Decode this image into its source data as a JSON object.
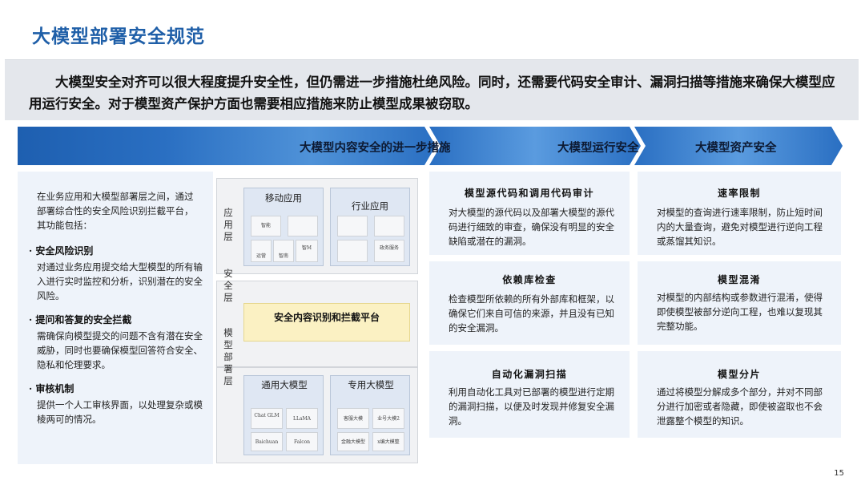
{
  "title": "大模型部署安全规范",
  "intro": "大模型安全对齐可以很大程度提升安全性，但仍需进一步措施杜绝风险。同时，还需要代码安全审计、漏洞扫描等措施来确保大模型应用运行安全。对于模型资产保护方面也需要相应措施来防止模型成果被窃取。",
  "banner": {
    "col1": "大模型内容安全的进一步措施",
    "col2": "大模型运行安全",
    "col3": "大模型资产安全"
  },
  "left": {
    "intro": "在业务应用和大模型部署层之间，通过部署综合性的安全风险识别拦截平台，其功能包括：",
    "items": [
      {
        "head": "· 安全风险识别",
        "body": "对通过业务应用提交给大型模型的所有输入进行实时监控和分析，识别潜在的安全风险。"
      },
      {
        "head": "· 提问和答复的安全拦截",
        "body": "需确保向模型提交的问题不含有潜在安全威胁，同时也要确保模型回答符合安全、隐私和伦理要求。"
      },
      {
        "head": "· 审核机制",
        "body": "提供一个人工审核界面，以处理复杂或模棱两可的情况。"
      }
    ]
  },
  "arch": {
    "layer_app": "应用层",
    "layer_safety": "安全层",
    "layer_model": "模型部署层",
    "mobile_title": "移动应用",
    "mobile_items": [
      "智能",
      "",
      "",
      "运营",
      "智南",
      "智M",
      ""
    ],
    "industry_title": "行业应用",
    "industry_items": [
      "",
      "",
      "",
      "政务服务"
    ],
    "safety_platform": "安全内容识别和拦截平台",
    "general_title": "通用大模型",
    "general_items": [
      "Chat GLM",
      "LLaMA",
      "Baichuan",
      "Falcon"
    ],
    "special_title": "专用大模型",
    "special_items": [
      "客服大模",
      "业号大模2",
      "金融大模型",
      "x编大模整"
    ]
  },
  "run_safety": [
    {
      "title": "模型源代码和调用代码审计",
      "body": "对大模型的源代码以及部署大模型的源代码进行细致的审查，确保没有明显的安全缺陷或潜在的漏洞。"
    },
    {
      "title": "依赖库检查",
      "body": "检查模型所依赖的所有外部库和框架，以确保它们来自可信的来源，并且没有已知的安全漏洞。"
    },
    {
      "title": "自动化漏洞扫描",
      "body": "利用自动化工具对已部署的模型进行定期的漏洞扫描，以便及时发现并修复安全漏洞。"
    }
  ],
  "asset_safety": [
    {
      "title": "速率限制",
      "body": "对模型的查询进行速率限制，防止短时间内的大量查询，避免对模型进行逆向工程或蒸馏其知识。"
    },
    {
      "title": "模型混淆",
      "body": "对模型的内部结构或参数进行混淆，使得即使模型被部分逆向工程，也难以复现其完整功能。"
    },
    {
      "title": "模型分片",
      "body": "通过将模型分解成多个部分，并对不同部分进行加密或者隐藏，即使被盗取也不会泄露整个模型的知识。"
    }
  ],
  "page_number": "15",
  "colors": {
    "title": "#1f5fa8",
    "banner": "#1f63b5",
    "banner_light": "#3a7fcf",
    "panel": "#eef3fa",
    "highlight": "#fbf1c3"
  }
}
